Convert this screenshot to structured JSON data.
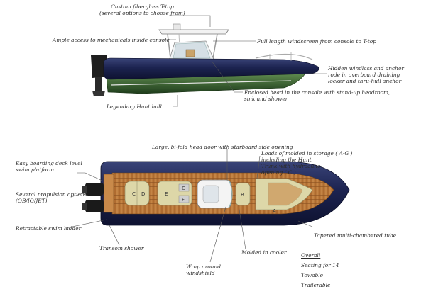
{
  "diagram": {
    "side_labels": {
      "t_top": "Custom fiberglass T-top\n(several options to choose from)",
      "ample_access": "Ample access to mechanicals inside console",
      "windscreen": "Full length windscreen from console to T-top",
      "windlass": "Hidden windlass and anchor\nrode in overboard draining\nlocker and thru-hull anchor",
      "enclosed_head": "Enclosed head in the console with stand-up headroom,\nsink and shower",
      "hull": "Legendary Hunt hull"
    },
    "top_labels": {
      "head_door": "Large, bi-fold head door with starboard side opening",
      "storage": "Loads of molded in storage ( A-G )\nincluding the Hunt\nTrunk with hydroaulic\nopening ( C )",
      "swim_platform": "Easy boarding deck level\nswim platform",
      "propulsion": "Several propulsion options\n(OB/IO/JET)",
      "swim_ladder": "Retractable swim ladder",
      "transom_shower": "Transom shower",
      "tube": "Tapered multi-chambered tube",
      "cooler": "Molded in cooler",
      "windshield": "Wrap around\nwindshield"
    },
    "overall": {
      "heading": "Overall",
      "items": [
        "Seating for 14",
        "Towable",
        "Trailerable"
      ]
    },
    "zones": [
      "A",
      "B",
      "C",
      "D",
      "E",
      "F",
      "G"
    ],
    "colors": {
      "tube_navy": "#1c2350",
      "hull_green": "#2e5a2a",
      "teak": "#b9773a",
      "deck_cream": "#ddd7a8",
      "leader": "#555555"
    }
  }
}
